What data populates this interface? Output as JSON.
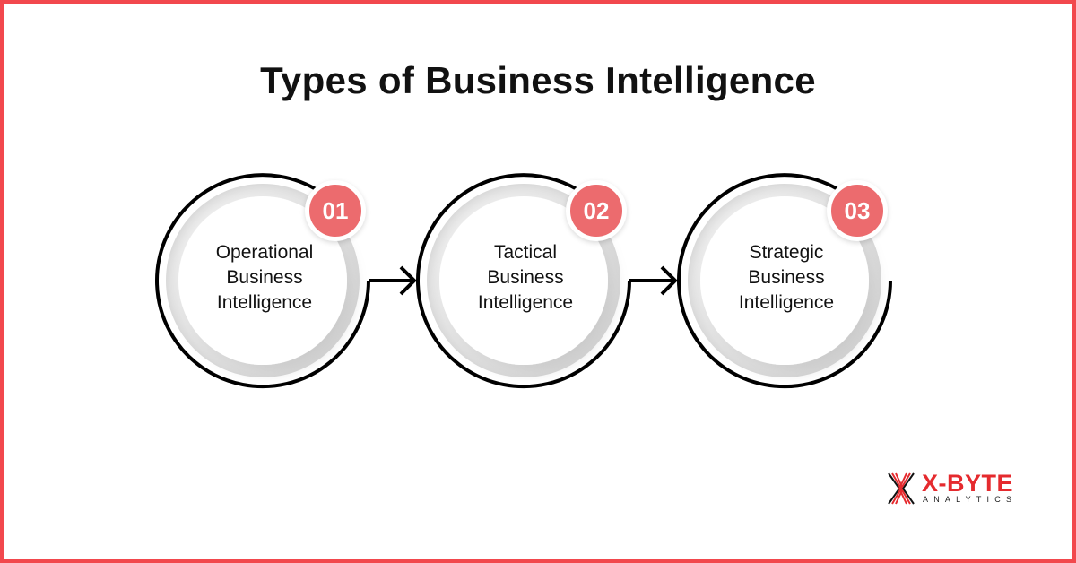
{
  "title": "Types of Business Intelligence",
  "steps": [
    {
      "number": "01",
      "line1": "Operational",
      "line2": "Business",
      "line3": "Intelligence"
    },
    {
      "number": "02",
      "line1": "Tactical",
      "line2": "Business",
      "line3": "Intelligence"
    },
    {
      "number": "03",
      "line1": "Strategic",
      "line2": "Business",
      "line3": "Intelligence"
    }
  ],
  "logo": {
    "name": "X-BYTE",
    "subtitle": "ANALYTICS"
  },
  "colors": {
    "border": "#f2484d",
    "badge": "#ec6b6e",
    "logo_red": "#e52a2e"
  }
}
